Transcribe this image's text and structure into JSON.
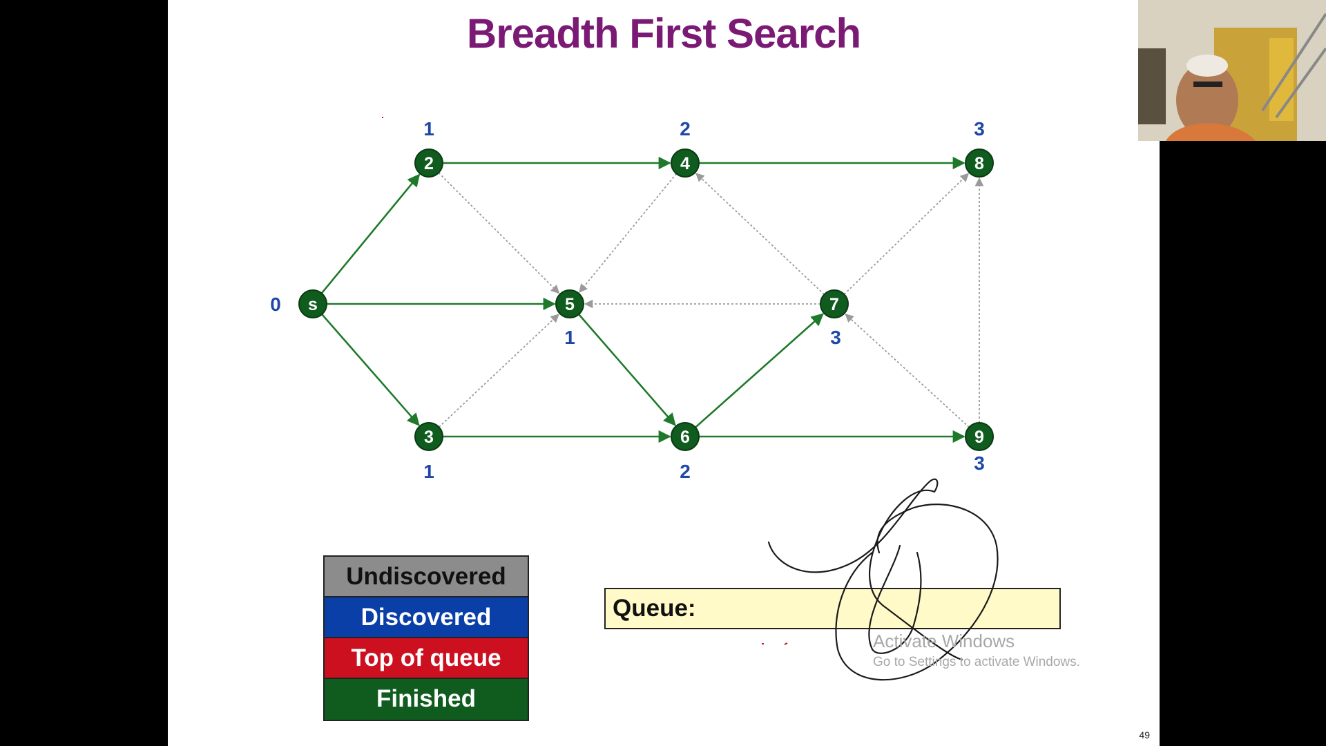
{
  "slide": {
    "title": "Breadth First Search",
    "page_number": "49"
  },
  "graph": {
    "nodes": [
      {
        "id": "s",
        "label": "s",
        "distance": "0"
      },
      {
        "id": "2",
        "label": "2",
        "distance": "1"
      },
      {
        "id": "3",
        "label": "3",
        "distance": "1"
      },
      {
        "id": "4",
        "label": "4",
        "distance": "2"
      },
      {
        "id": "5",
        "label": "5",
        "distance": "1"
      },
      {
        "id": "6",
        "label": "6",
        "distance": "2"
      },
      {
        "id": "7",
        "label": "7",
        "distance": "3"
      },
      {
        "id": "8",
        "label": "8",
        "distance": "3"
      },
      {
        "id": "9",
        "label": "9",
        "distance": "3"
      }
    ],
    "node_color": "#0f5c1e",
    "tree_edge_color": "#1e7a2a",
    "nontree_edge_color": "#9a9a9a",
    "distance_color": "#1f47a8"
  },
  "legend": {
    "items": [
      {
        "label": "Undiscovered",
        "color": "#8c8c8c",
        "text_color": "#111111"
      },
      {
        "label": "Discovered",
        "color": "#0b3fa8",
        "text_color": "#ffffff"
      },
      {
        "label": "Top of queue",
        "color": "#cc1020",
        "text_color": "#ffffff"
      },
      {
        "label": "Finished",
        "color": "#0f5c1e",
        "text_color": "#ffffff"
      }
    ]
  },
  "queue": {
    "label": "Queue:"
  },
  "watermark": {
    "line1": "Activate Windows",
    "line2": "Go to Settings to activate Windows."
  }
}
